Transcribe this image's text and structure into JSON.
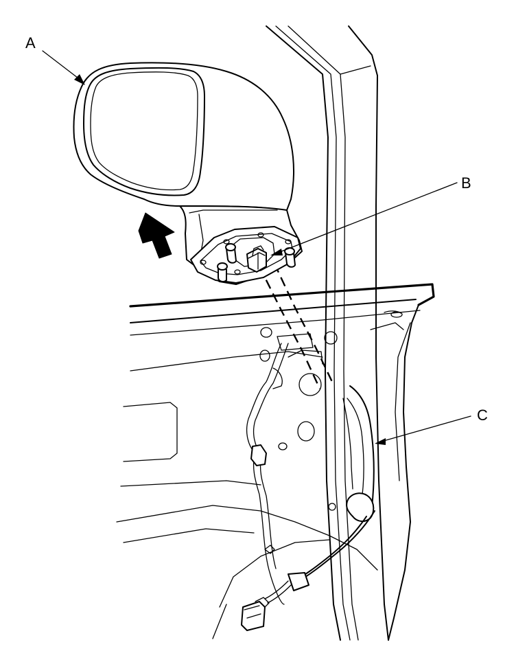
{
  "callouts": {
    "a": {
      "label": "A"
    },
    "b": {
      "label": "B"
    },
    "c": {
      "label": "C"
    }
  }
}
